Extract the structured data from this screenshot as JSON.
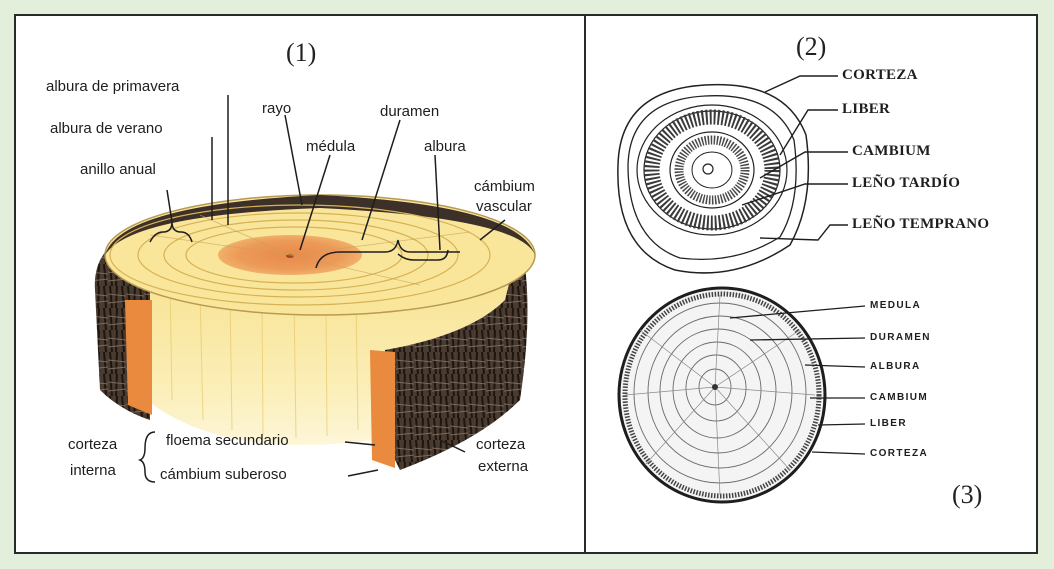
{
  "panels": {
    "p1": "(1)",
    "p2": "(2)",
    "p3": "(3)"
  },
  "diagram1": {
    "albura_primavera": "albura de primavera",
    "albura_verano": "albura de verano",
    "anillo_anual": "anillo anual",
    "rayo": "rayo",
    "medula": "médula",
    "duramen": "duramen",
    "albura": "albura",
    "cambium_vascular_1": "cámbium",
    "cambium_vascular_2": "vascular",
    "corteza_interna_1": "corteza",
    "corteza_interna_2": "interna",
    "floema": "floema secundario",
    "cambium_suberoso": "cámbium suberoso",
    "corteza_externa_1": "corteza",
    "corteza_externa_2": "externa"
  },
  "diagram2": {
    "corteza": "CORTEZA",
    "liber": "LIBER",
    "cambium": "CAMBIUM",
    "leno_tardio": "LEÑO TARDÍO",
    "leno_temprano": "LEÑO TEMPRANO"
  },
  "diagram3": {
    "medula": "MEDULA",
    "duramen": "DURAMEN",
    "albura": "ALBURA",
    "cambium": "CAMBIUM",
    "liber": "LIBER",
    "corteza": "CORTEZA"
  }
}
